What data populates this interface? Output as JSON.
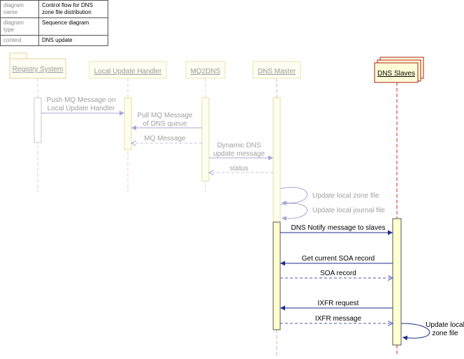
{
  "header_table": [
    {
      "key": "diagram name",
      "value": "Control flow for DNS zone file distribution"
    },
    {
      "key": "diagram type",
      "value": "Sequence diagram"
    },
    {
      "key": "context",
      "value": "DNS update"
    }
  ],
  "participants": [
    {
      "id": "registry",
      "label": "Registry System"
    },
    {
      "id": "luh",
      "label": "Local Update Handler"
    },
    {
      "id": "mq2dns",
      "label": "MQ2DNS"
    },
    {
      "id": "master",
      "label": "DNS Master"
    },
    {
      "id": "slaves",
      "label": "DNS Slaves"
    }
  ],
  "messages": [
    {
      "id": "m1",
      "lines": [
        "Push MQ Message on",
        "Local Update Handler"
      ]
    },
    {
      "id": "m2",
      "lines": [
        "Pull MQ Message",
        "of DNS queue"
      ]
    },
    {
      "id": "m3",
      "lines": [
        "MQ Message"
      ]
    },
    {
      "id": "m4",
      "lines": [
        "Dynamic DNS",
        "update message"
      ]
    },
    {
      "id": "m5",
      "lines": [
        "status"
      ]
    },
    {
      "id": "m6",
      "lines": [
        "Update local zone file"
      ]
    },
    {
      "id": "m7",
      "lines": [
        "Update local journal file"
      ]
    },
    {
      "id": "m8",
      "lines": [
        "DNS Notify message to slaves"
      ]
    },
    {
      "id": "m9",
      "lines": [
        "Get current SOA record"
      ]
    },
    {
      "id": "m10",
      "lines": [
        "SOA record"
      ]
    },
    {
      "id": "m11",
      "lines": [
        "IXFR request"
      ]
    },
    {
      "id": "m12",
      "lines": [
        "IXFR message"
      ]
    },
    {
      "id": "m13",
      "lines": [
        "Update local",
        "zone file"
      ]
    }
  ]
}
